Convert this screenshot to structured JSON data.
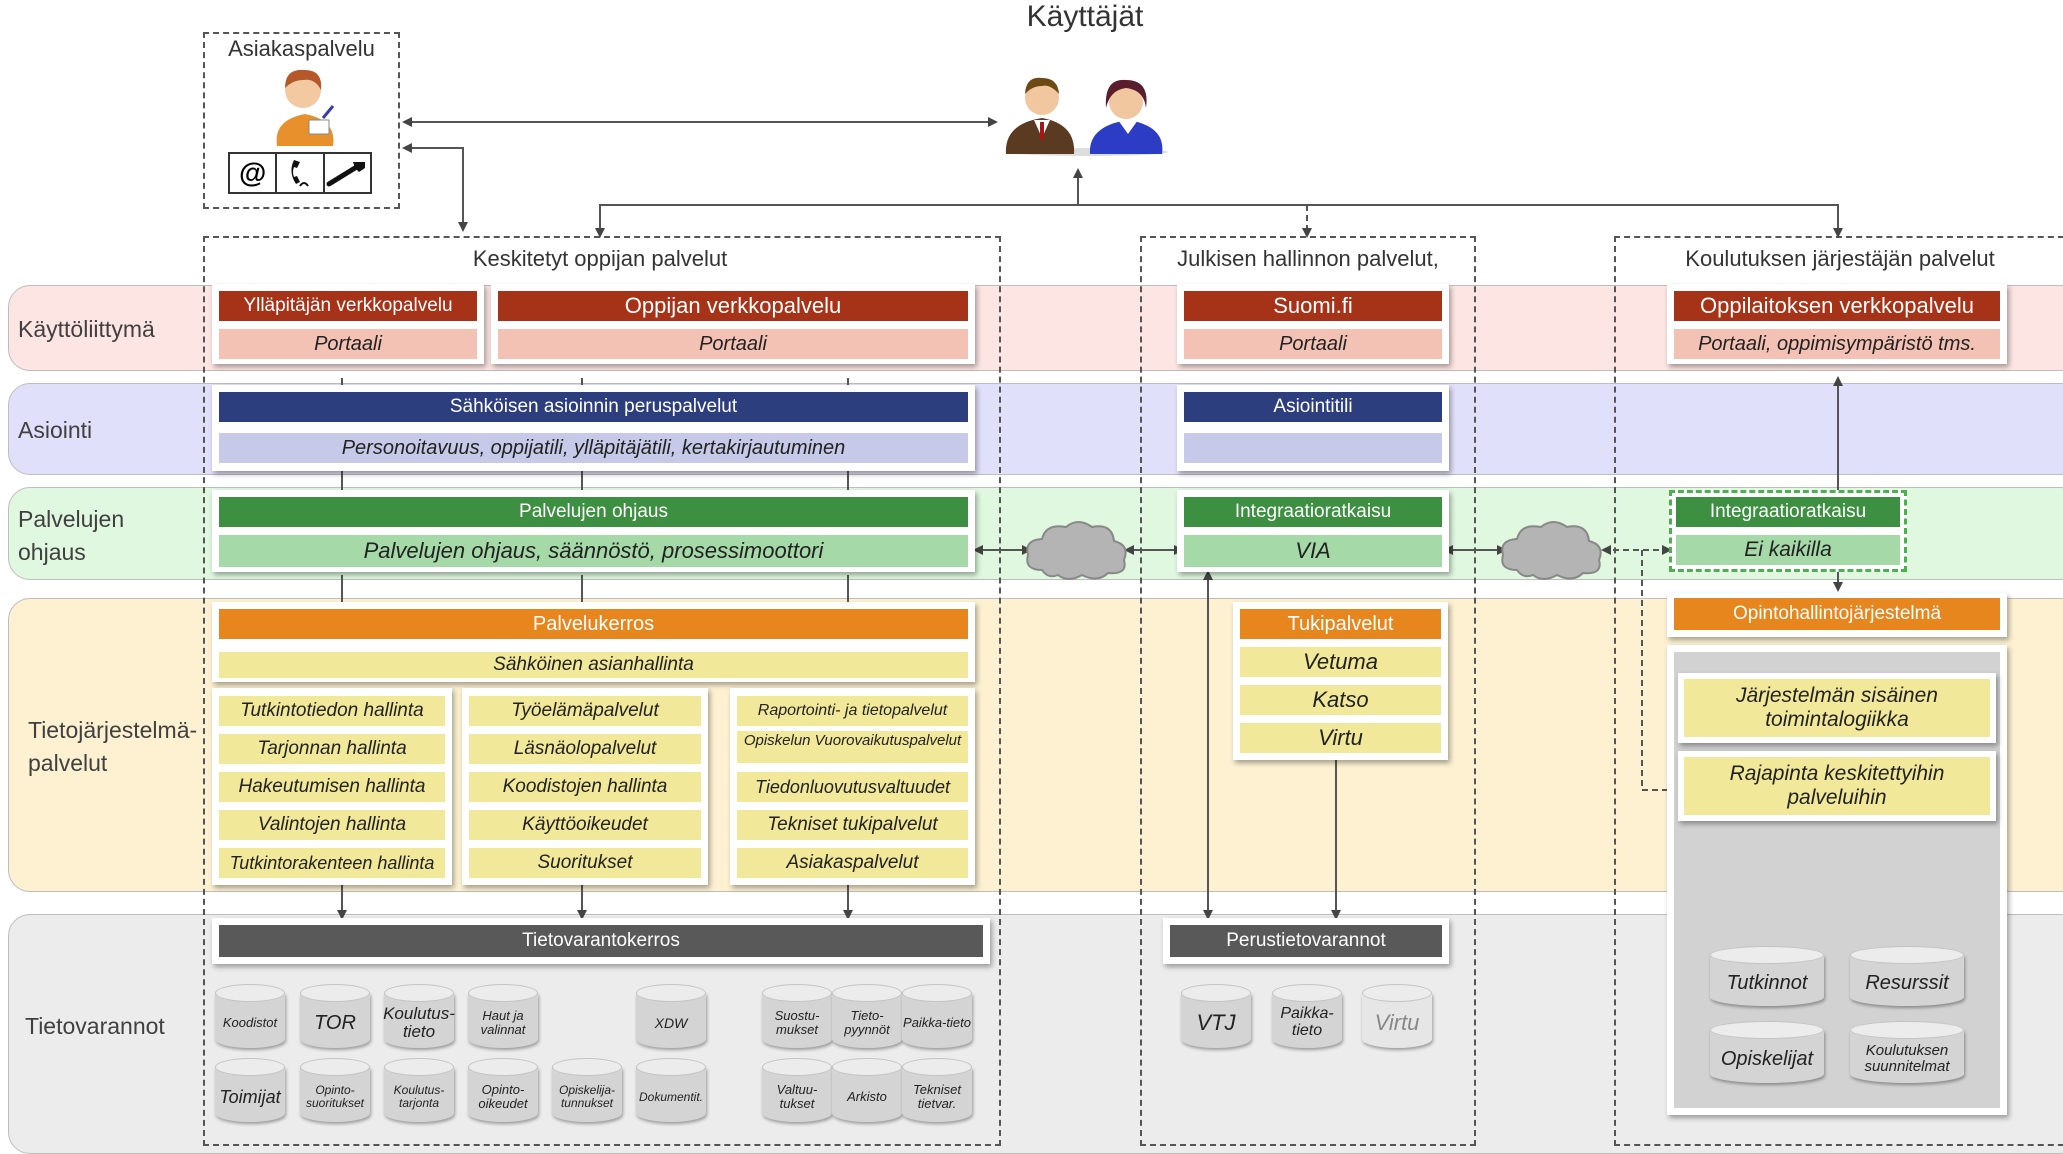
{
  "title": "Käyttäjät",
  "bands": {
    "kayttoliittyma": "Käyttöliittymä",
    "asiointi": "Asiointi",
    "ohjaus": "Palvelujen ohjaus",
    "tietojarjestelma": "Tietojärjestelmä-palvelut",
    "tietovarannot": "Tietovarannot"
  },
  "asiakaspalvelu": {
    "label": "Asiakaspalvelu",
    "icons": [
      "at-icon",
      "phone-icon",
      "wrench-icon"
    ],
    "at": "@"
  },
  "groups": {
    "central": "Keskitetyt oppijan palvelut",
    "public": "Julkisen hallinnon palvelut,",
    "provider": "Koulutuksen järjestäjän palvelut"
  },
  "central": {
    "admin_portal": "Ylläpitäjän verkkopalvelu",
    "admin_portal_sub": "Portaali",
    "learner_portal": "Oppijan verkkopalvelu",
    "learner_portal_sub": "Portaali",
    "basic_services": "Sähköisen asioinnin peruspalvelut",
    "basic_services_sub": "Personoitavuus, oppijatili, ylläpitäjätili, kertakirjautuminen",
    "guidance": "Palvelujen ohjaus",
    "guidance_sub": "Palvelujen ohjaus, säännöstö, prosessimoottori",
    "service_layer": "Palvelukerros",
    "case_mgmt": "Sähköinen asianhallinta",
    "col1": [
      "Tutkintotiedon hallinta",
      "Tarjonnan hallinta",
      "Hakeutumisen hallinta",
      "Valintojen hallinta",
      "Tutkintorakenteen hallinta"
    ],
    "col2": [
      "Työelämäpalvelut",
      "Läsnäolopalvelut",
      "Koodistojen hallinta",
      "Käyttöoikeudet",
      "Suoritukset"
    ],
    "col3": [
      "Raportointi- ja tietopalvelut",
      "Opiskelun Vuorovaikutuspalvelut",
      "Tiedonluovutusvaltuudet",
      "Tekniset tukipalvelut",
      "Asiakaspalvelut"
    ],
    "data_layer": "Tietovarantokerros",
    "stores_row1": [
      "Koodistot",
      "TOR",
      "Koulutus-tieto",
      "Haut ja valinnat",
      "XDW",
      "Suostu-mukset",
      "Tieto-pyynnöt",
      "Paikka-tieto"
    ],
    "stores_row2": [
      "Toimijat",
      "Opinto-suoritukset",
      "Koulutus-tarjonta",
      "Opinto-oikeudet",
      "Opiskelija-tunnukset",
      "Dokumentit.",
      "Valtuu-tukset",
      "Arkisto",
      "Tekniset tietvar."
    ]
  },
  "public": {
    "portal": "Suomi.fi",
    "portal_sub": "Portaali",
    "account": "Asiointitili",
    "integration": "Integraatioratkaisu",
    "integration_sub": "VIA",
    "support": "Tukipalvelut",
    "support_items": [
      "Vetuma",
      "Katso",
      "Virtu"
    ],
    "base_data": "Perustietovarannot",
    "stores": [
      "VTJ",
      "Paikka-tieto",
      "Virtu"
    ]
  },
  "provider": {
    "portal": "Oppilaitoksen verkkopalvelu",
    "portal_sub": "Portaali, oppimisympäristö tms.",
    "integration": "Integraatioratkaisu",
    "integration_sub": "Ei kaikilla",
    "sis": "Opintohallintojärjestelmä",
    "internal_logic": "Järjestelmän sisäinen toimintalogiikka",
    "api": "Rajapinta keskitettyihin palveluihin",
    "stores": [
      "Tutkinnot",
      "Resurssit",
      "Opiskelijat",
      "Koulutuksen suunnitelmat"
    ]
  }
}
